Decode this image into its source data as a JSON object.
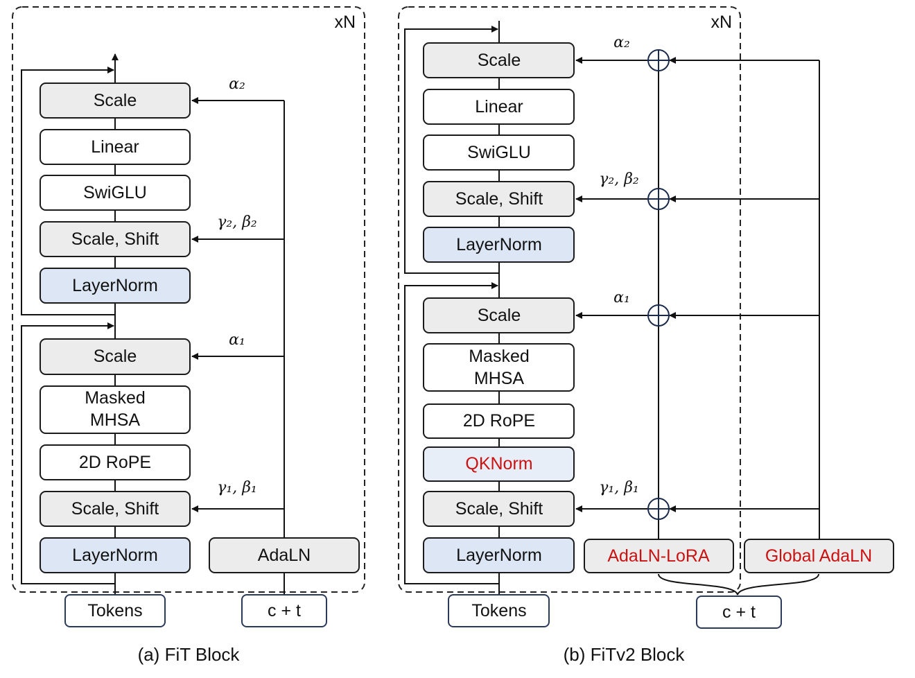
{
  "colors": {
    "gray_fill": "#ececec",
    "blue_fill": "#dde6f4",
    "light_blue_fill": "#e8eef8",
    "white_fill": "#ffffff",
    "red_text": "#cc1111",
    "border": "#1a1a1a",
    "input_border": "#2a3a5a"
  },
  "fit": {
    "repeat_label": "xN",
    "caption": "(a) FiT Block",
    "layers": {
      "scale2": "Scale",
      "linear": "Linear",
      "swiglu": "SwiGLU",
      "scale_shift2": "Scale, Shift",
      "layernorm2": "LayerNorm",
      "scale1": "Scale",
      "mhsa_line1": "Masked",
      "mhsa_line2": "MHSA",
      "rope": "2D RoPE",
      "scale_shift1": "Scale, Shift",
      "layernorm1": "LayerNorm"
    },
    "adaln": "AdaLN",
    "tokens": "Tokens",
    "condition": "c + t",
    "params": {
      "alpha2": "α₂",
      "gamma_beta2": "γ₂, β₂",
      "alpha1": "α₁",
      "gamma_beta1": "γ₁, β₁"
    }
  },
  "fitv2": {
    "repeat_label": "xN",
    "caption": "(b) FiTv2 Block",
    "layers": {
      "scale2": "Scale",
      "linear": "Linear",
      "swiglu": "SwiGLU",
      "scale_shift2": "Scale, Shift",
      "layernorm2": "LayerNorm",
      "scale1": "Scale",
      "mhsa_line1": "Masked",
      "mhsa_line2": "MHSA",
      "rope": "2D RoPE",
      "qknorm": "QKNorm",
      "scale_shift1": "Scale, Shift",
      "layernorm1": "LayerNorm"
    },
    "adaln_lora": "AdaLN-LoRA",
    "global_adaln": "Global AdaLN",
    "tokens": "Tokens",
    "condition": "c + t",
    "params": {
      "alpha2": "α₂",
      "gamma_beta2": "γ₂, β₂",
      "alpha1": "α₁",
      "gamma_beta1": "γ₁, β₁"
    }
  }
}
